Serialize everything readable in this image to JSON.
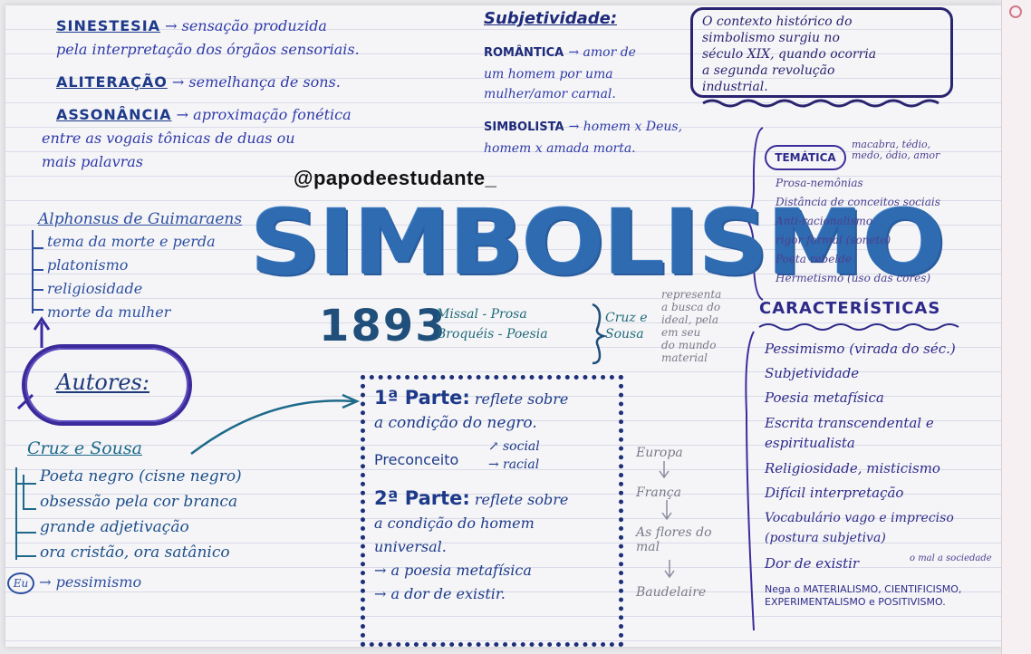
{
  "watermark": "@papodeestudante_",
  "title": "SIMBOLISMO",
  "year": "1893",
  "works": {
    "line1": "Missal - Prosa",
    "line2": "Broquéis - Poesia",
    "author": "Cruz e Sousa"
  },
  "works_note": {
    "line1": "representa",
    "line2": "a busca do",
    "line3": "ideal, pela",
    "line4": "em seu",
    "line5": "do mundo",
    "line6": "material"
  },
  "top_left": {
    "sinestesia_term": "SINESTESIA",
    "sinestesia_def1": "→ sensação produzida",
    "sinestesia_def2": "pela interpretação dos órgãos sensoriais.",
    "aliteracao_term": "ALITERAÇÃO",
    "aliteracao_def": "→ semelhança de sons.",
    "assonancia_term": "ASSONÂNCIA",
    "assonancia_def1": "→ aproximação fonética",
    "assonancia_def2": "entre as vogais tônicas de duas ou",
    "assonancia_def3": "mais palavras"
  },
  "subjetividade": {
    "title": "Subjetividade:",
    "romantica_term": "ROMÂNTICA",
    "romantica_def1": "→ amor de",
    "romantica_def2": "um homem por uma",
    "romantica_def3": "mulher/amor carnal.",
    "simbolista_term": "SIMBOLISTA",
    "simbolista_def1": "→ homem x Deus,",
    "simbolista_def2": "homem x amada morta."
  },
  "context_box": {
    "line1": "O contexto histórico do",
    "line2": "simbolismo surgiu no",
    "line3": "século XIX, quando ocorria",
    "line4": "a segunda revolução",
    "line5": "industrial."
  },
  "alphonsus": {
    "title": "Alphonsus de Guimaraens",
    "items": [
      "tema da morte e perda",
      "platonismo",
      "religiosidade",
      "morte da mulher"
    ]
  },
  "autores": {
    "label": "Autores:"
  },
  "cruz_sousa": {
    "title": "Cruz e Sousa",
    "items": [
      "Poeta negro (cisne negro)",
      "obsessão pela cor branca",
      "grande adjetivação",
      "ora cristão, ora satânico"
    ],
    "eu_label": "Eu",
    "eu_item": "pessimismo"
  },
  "center_box": {
    "part1_label": "1ª Parte:",
    "part1_text1": "reflete sobre",
    "part1_text2": "a condição do negro.",
    "preconceito": "Preconceito",
    "preconceito_a": "social",
    "preconceito_b": "racial",
    "part2_label": "2ª Parte:",
    "part2_text1": "reflete sobre",
    "part2_text2": "a condição do homem",
    "part2_text3": "universal.",
    "bullet1": "a poesia metafísica",
    "bullet2": "a dor de existir."
  },
  "flow": {
    "items": [
      "Europa",
      "França",
      "As flores do mal",
      "Baudelaire"
    ]
  },
  "tematica": {
    "label": "TEMÁTICA",
    "side_note": "macabra, tédio, medo, ódio, amor",
    "items": [
      "Prosa-nemônias",
      "Distância de conceitos sociais",
      "Anti-racionalismo",
      "rigor formal (soneto)",
      "Poeta rebelde",
      "Hermetismo (uso das cores)"
    ]
  },
  "caracteristicas": {
    "title": "CARACTERÍSTICAS",
    "items": [
      "Pessimismo (virada do séc.)",
      "Subjetividade",
      "Poesia metafísica",
      "Escrita transcendental e espiritualista",
      "Religiosidade, misticismo",
      "Difícil interpretação",
      "Vocabulário vago e impreciso (postura subjetiva)",
      "Dor de existir",
      "Nega o MATERIALISMO, CIENTIFICISMO, EXPERIMENTALISMO e POSITIVISMO."
    ],
    "dor_note": "o mal a sociedade"
  },
  "colors": {
    "title_blue": "#2f6bb0",
    "ink_navy": "#1e3a8a",
    "ink_purple": "#3b2d9a",
    "ink_teal": "#1d6a8a"
  }
}
